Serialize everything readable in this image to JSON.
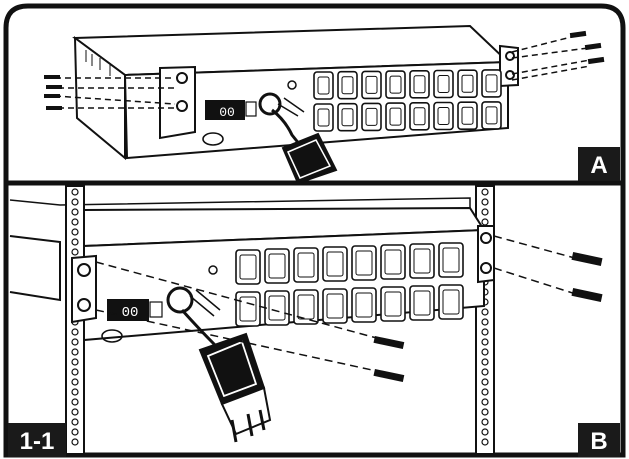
{
  "figure_label": "1-1",
  "panels": [
    {
      "label": "A"
    },
    {
      "label": "B"
    }
  ],
  "display": {
    "readout": "00"
  },
  "colors": {
    "ink": "#111111",
    "paper": "#ffffff",
    "tag_bg": "#1a1a1a"
  }
}
